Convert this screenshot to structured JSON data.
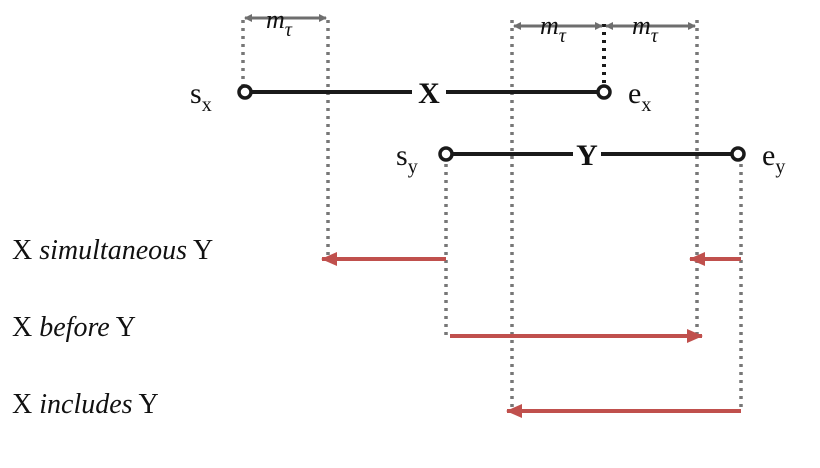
{
  "colors": {
    "interval_line": "#1a1a1a",
    "guide_dots": "#777777",
    "dark_dots": "#1a1a1a",
    "margin_arrow": "#6e6e6e",
    "relation_arrow": "#c0504d"
  },
  "margin": {
    "symbol": "m",
    "subscript": "τ"
  },
  "interval_x": {
    "start": "s",
    "start_sub": "x",
    "name": "X",
    "end": "e",
    "end_sub": "x"
  },
  "interval_y": {
    "start": "s",
    "start_sub": "y",
    "name": "Y",
    "end": "e",
    "end_sub": "y"
  },
  "relations": [
    {
      "subject": "X",
      "relation": "simultaneous",
      "object": "Y"
    },
    {
      "subject": "X",
      "relation": "before",
      "object": "Y"
    },
    {
      "subject": "X",
      "relation": "includes",
      "object": "Y"
    }
  ]
}
